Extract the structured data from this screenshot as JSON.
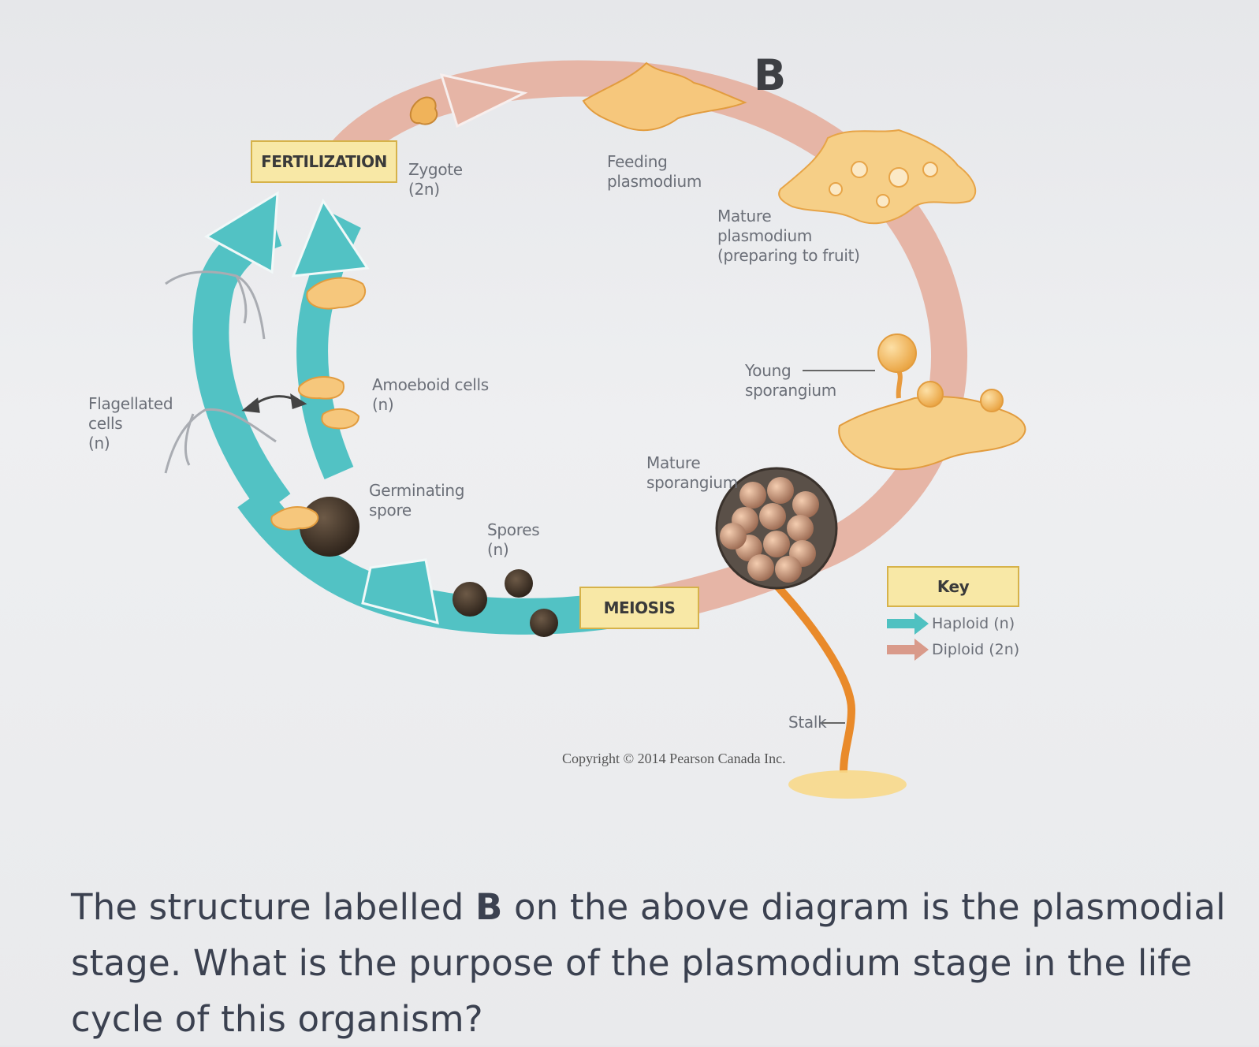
{
  "diagram": {
    "label_b": "B",
    "fertilization": "FERTILIZATION",
    "meiosis": "MEIOSIS",
    "zygote": "Zygote\n(2n)",
    "feeding_plasmodium": "Feeding\nplasmodium",
    "mature_plasmodium": "Mature\nplasmodium\n(preparing to fruit)",
    "young_sporangium": "Young\nsporangium",
    "mature_sporangium": "Mature\nsporangium",
    "amoeboid_cells": "Amoeboid cells\n(n)",
    "flagellated_cells": "Flagellated\ncells\n(n)",
    "germinating_spore": "Germinating\nspore",
    "spores": "Spores\n(n)",
    "stalk": "Stalk",
    "copyright": "Copyright © 2014 Pearson Canada Inc.",
    "key": {
      "title": "Key",
      "haploid": "Haploid (n)",
      "diploid": "Diploid (2n)",
      "haploid_color": "#4fc1c1",
      "diploid_color": "#d99a8a"
    }
  },
  "question": {
    "part1": "The structure labelled ",
    "bold": "B",
    "part2": " on the above diagram is the plasmodial stage.  What is the purpose of the plasmodium stage in the life cycle of this organism?"
  }
}
